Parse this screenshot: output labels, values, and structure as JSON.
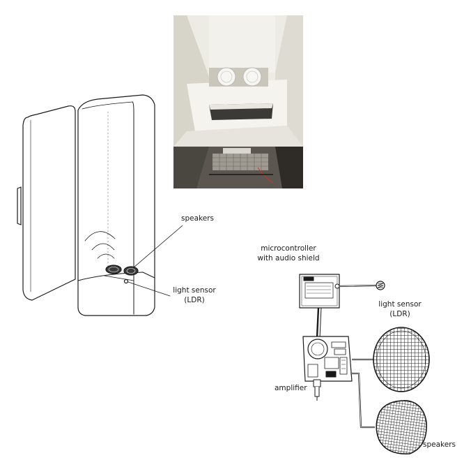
{
  "labels": {
    "speakers_top": "speakers",
    "light_sensor_top_line1": "light sensor",
    "light_sensor_top_line2": "(LDR)",
    "microcontroller_line1": "microcontroller",
    "microcontroller_line2": "with audio shield",
    "light_sensor_bottom_line1": "light sensor",
    "light_sensor_bottom_line2": "(LDR)",
    "amplifier": "amplifier",
    "speakers_bottom": "speakers"
  },
  "colors": {
    "line": "#1a1a1a",
    "photo_wall": "#ecebe4",
    "photo_shadow": "#c9c6bc",
    "photo_floor": "#5b5650"
  }
}
